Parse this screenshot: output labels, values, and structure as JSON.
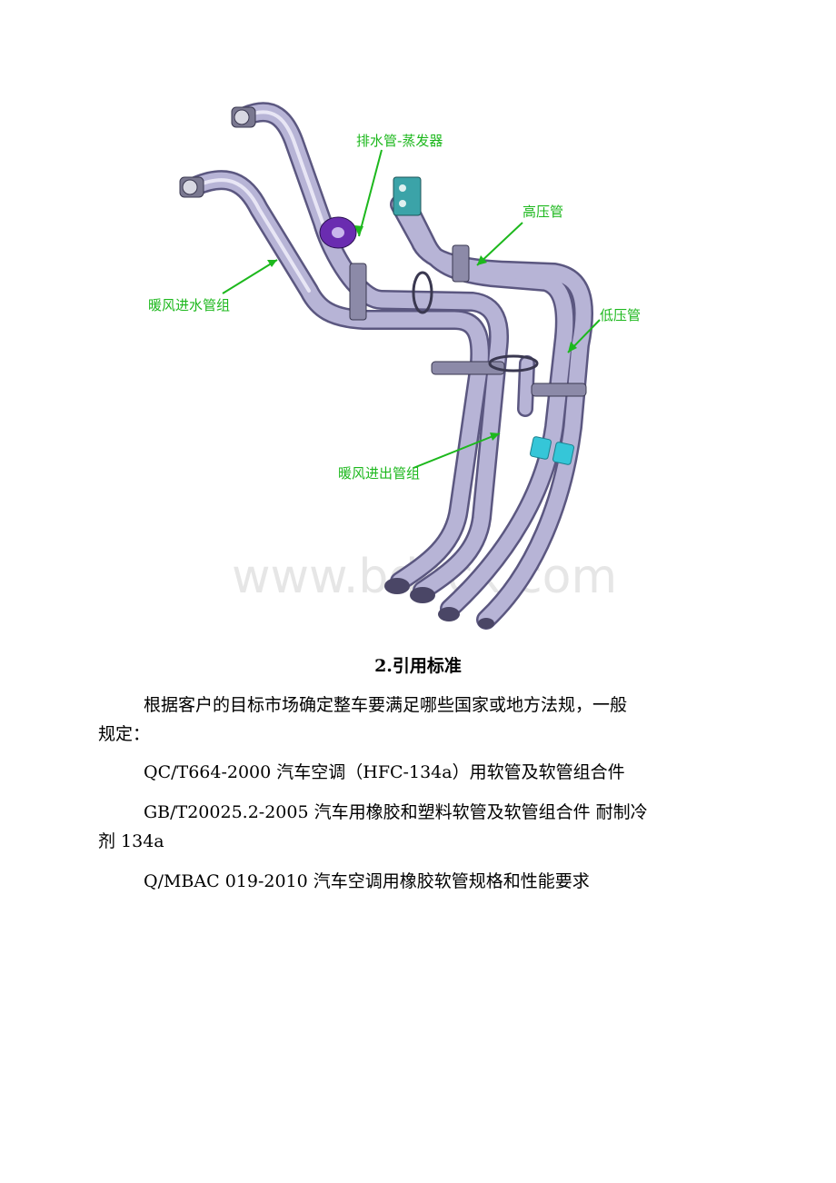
{
  "figure": {
    "labels": {
      "drain_pipe": "排水管-蒸发器",
      "high_pressure": "高压管",
      "heater_inlet": "暖风进水管组",
      "low_pressure": "低压管",
      "heater_in_out": "暖风进出管组"
    },
    "watermark": "www.bdocx.com",
    "colors": {
      "pipe": "#b7b4d6",
      "pipe_edge": "#5b5780",
      "label_green": "#1db81d",
      "grommet": "#6a2cb0",
      "clamp_cyan": "#35c6d8",
      "bracket": "#8c8aa8"
    }
  },
  "section": {
    "heading": "2.引用标准",
    "intro_line1": "根据客户的目标市场确定整车要满足哪些国家或地方法规，一般",
    "intro_line2": "规定：",
    "standards": [
      {
        "line1": "QC/T664-2000 汽车空调（HFC-134a）用软管及软管组合件",
        "line2": ""
      },
      {
        "line1": "GB/T20025.2-2005 汽车用橡胶和塑料软管及软管组合件 耐制冷",
        "line2": "剂 134a"
      },
      {
        "line1": "Q/MBAC 019-2010 汽车空调用橡胶软管规格和性能要求",
        "line2": ""
      }
    ]
  }
}
